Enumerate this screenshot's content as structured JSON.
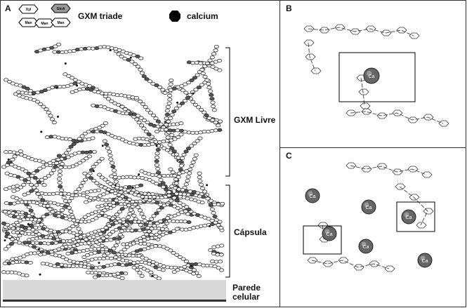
{
  "panels": {
    "a": {
      "label": "A",
      "legend": {
        "sugars": [
          "Xyl",
          "GlcA",
          "Man",
          "Man",
          "Man"
        ],
        "triad_label": "GXM triade",
        "calcium_label": "calcium"
      },
      "regions": {
        "free": "GXM Livre",
        "capsule": "Cápsula",
        "wall": "Parede celular"
      }
    },
    "b": {
      "label": "B",
      "ion": "Ca"
    },
    "c": {
      "label": "C",
      "ion": "Ca"
    }
  },
  "colors": {
    "wall": "#d9d9d9",
    "calcium": "#111111",
    "sugar_light": "#f4f4f4",
    "sugar_dark": "#666666"
  }
}
